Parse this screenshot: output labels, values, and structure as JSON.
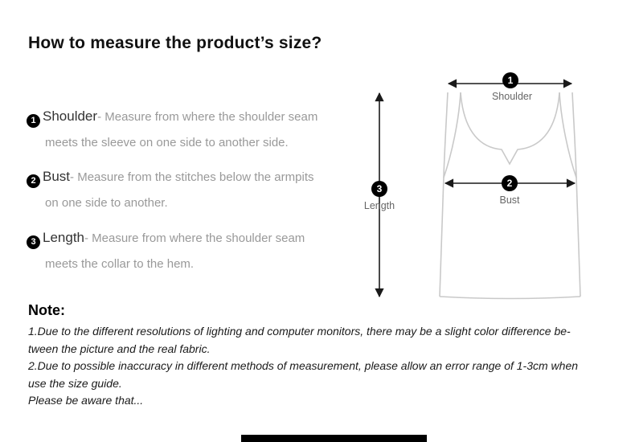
{
  "title": "How to measure the product’s size?",
  "instructions": [
    {
      "num": "1",
      "label": "Shoulder",
      "line1": "- Measure from where the shoulder seam",
      "line2": "meets the sleeve on one side to another side."
    },
    {
      "num": "2",
      "label": "Bust",
      "line1": "- Measure from the stitches below the armpits",
      "line2": "on one side to another."
    },
    {
      "num": "3",
      "label": "Length",
      "line1": "- Measure from where the shoulder seam",
      "line2": "meets the collar to the hem."
    }
  ],
  "diagram": {
    "shoulder": {
      "num": "1",
      "label": "Shoulder"
    },
    "bust": {
      "num": "2",
      "label": "Bust"
    },
    "length": {
      "num": "3",
      "label": "Length"
    }
  },
  "note": {
    "heading": "Note:",
    "lines": [
      "1.Due to the different resolutions of lighting and computer monitors, there may be a slight color difference be-",
      "tween the picture and the real fabric.",
      "2.Due to possible inaccuracy in different methods of measurement, please allow an error range of 1-3cm when",
      "use the size guide.",
      "Please be aware that..."
    ]
  },
  "colors": {
    "badge": "#000000",
    "instruction_label": "#333333",
    "instruction_text": "#999999",
    "diagram_label": "#666666",
    "garment_outline": "#c9c9c9"
  }
}
